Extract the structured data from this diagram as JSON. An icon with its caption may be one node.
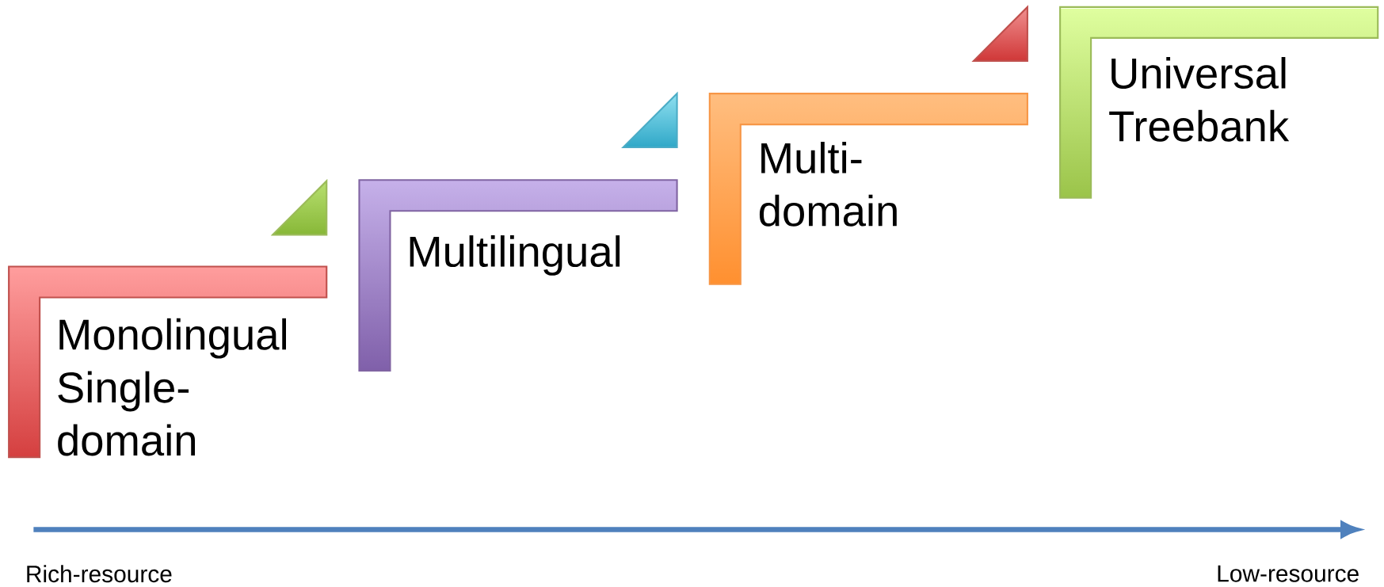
{
  "diagram": {
    "nodes": [
      {
        "text": [
          "Monolingual Single-domain"
        ]
      },
      {
        "text": [
          "Multilingual"
        ]
      },
      {
        "text": [
          "Multi-domain"
        ]
      },
      {
        "text": [
          "Universal Treebank"
        ]
      }
    ],
    "labels": [
      "Rich-resource",
      "Low-resource"
    ]
  }
}
